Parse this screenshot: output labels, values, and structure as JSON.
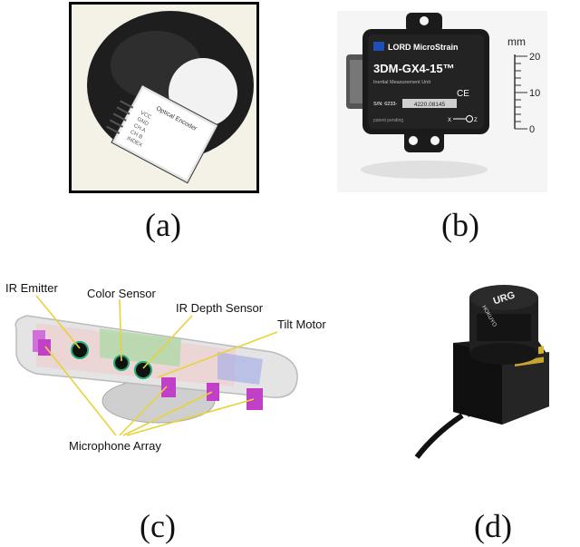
{
  "panels": {
    "a": {
      "caption": "(a)",
      "encoder_label": "Optical Encoder",
      "pin_labels": [
        "VCC",
        "GND",
        "CH A",
        "CH B",
        "INDEX"
      ]
    },
    "b": {
      "caption": "(b)",
      "brand": "LORD MicroStrain",
      "model": "3DM-GX4-15™",
      "subtitle": "Inertial Measurement Unit",
      "serial_prefix": "S/N: 6233-",
      "serial_value": "4220.08145",
      "patent": "patent pending",
      "axis_label": "X",
      "axis_z": "Z",
      "ce_mark": "CE",
      "ruler_unit": "mm",
      "ruler_ticks": [
        "20",
        "10",
        "0"
      ]
    },
    "c": {
      "caption": "(c)",
      "callouts": {
        "ir_emitter": "IR Emitter",
        "color_sensor": "Color Sensor",
        "ir_depth_sensor": "IR Depth Sensor",
        "tilt_motor": "Tilt Motor",
        "microphone_array": "Microphone Array"
      }
    },
    "d": {
      "caption": "(d)",
      "brand_text": "HOKUYO",
      "model_text": "URG"
    }
  },
  "colors": {
    "leader_line": "#e8d23a",
    "mic_magenta": "#c040c8",
    "caption_text": "#111111"
  }
}
